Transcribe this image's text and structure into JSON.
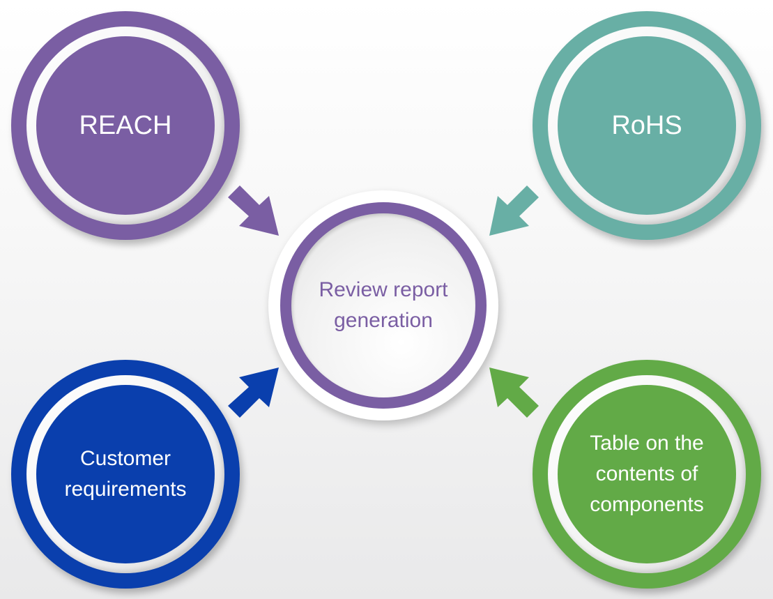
{
  "diagram": {
    "center": {
      "lines": [
        "Review report",
        "generation"
      ],
      "color": "#7a5ea3"
    },
    "inputs": [
      {
        "id": "reach",
        "lines": [
          "REACH"
        ],
        "color": "#7a5ea3",
        "position": "top-left",
        "arrow_direction": "down-right"
      },
      {
        "id": "rohs",
        "lines": [
          "RoHS"
        ],
        "color": "#68afa5",
        "position": "top-right",
        "arrow_direction": "down-left"
      },
      {
        "id": "customer",
        "lines": [
          "Customer",
          "requirements"
        ],
        "color": "#0a3fad",
        "position": "bottom-left",
        "arrow_direction": "up-right"
      },
      {
        "id": "table",
        "lines": [
          "Table on the",
          "contents of",
          "components"
        ],
        "color": "#62aa47",
        "position": "bottom-right",
        "arrow_direction": "up-left"
      }
    ]
  }
}
